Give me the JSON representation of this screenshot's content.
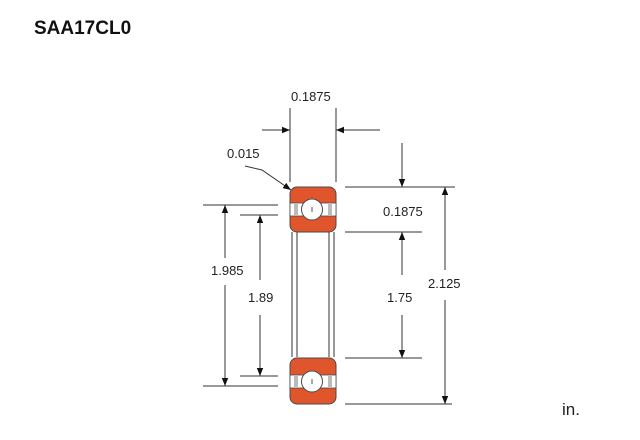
{
  "title": "SAA17CL0",
  "unit": "in.",
  "colors": {
    "ring": "#E0552C",
    "outline": "#4a4a4a"
  },
  "dimensions": {
    "width": "0.1875",
    "chamfer": "0.015",
    "radial_section": "0.1875",
    "outer_diameter": "2.125",
    "bore": "1.75",
    "outer_ring_land": "1.985",
    "inner_ring_land": "1.89"
  }
}
